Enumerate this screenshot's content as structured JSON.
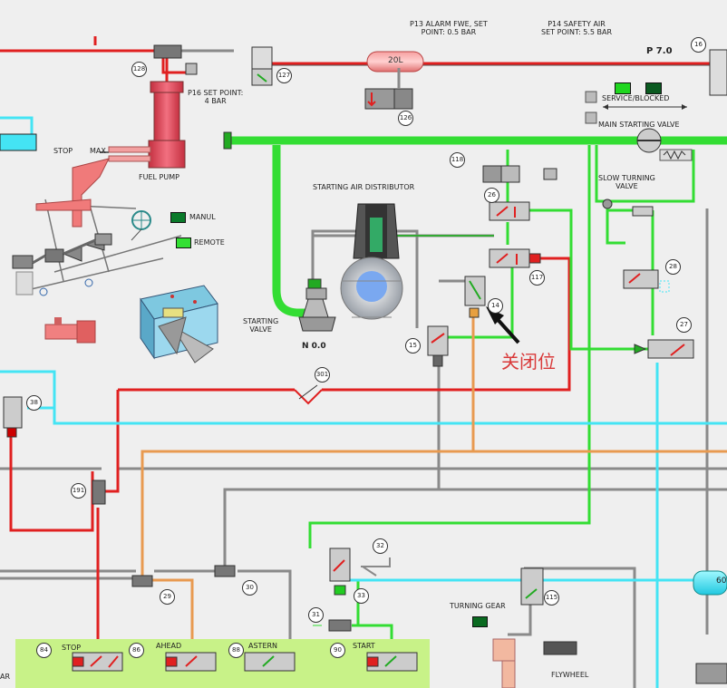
{
  "labels": {
    "p13": "P13 ALARM FWE, SET\nPOINT: 0.5 BAR",
    "p14": "P14 SAFETY AIR\nSET POINT: 5.5 BAR",
    "p7": "P 7.0",
    "p16": "P16 SET POINT:\n4 BAR",
    "stop": "STOP",
    "max": "MAX",
    "fuel_pump": "FUEL PUMP",
    "service_blocked": "SERVICE/BLOCKED",
    "main_starting_valve": "MAIN STARTING VALVE",
    "slow_turning_valve": "SLOW TURNING\nVALVE",
    "starting_air_distributor": "STARTING AIR DISTRIBUTOR",
    "manul": "MANUL",
    "remote": "REMOTE",
    "starting_valve": "STARTING\nVALVE",
    "n_value": "N 0.0",
    "turning_gear": "TURNING GEAR",
    "flywheel": "FLYWHEEL",
    "stop_btn": "STOP",
    "ahead_btn": "AHEAD",
    "astern_btn": "ASTERN",
    "start_btn": "START",
    "receiver": "20L",
    "ar": "AR",
    "tag60": "60",
    "annotation": "关闭位"
  },
  "tags": {
    "t128": "128",
    "t127": "127",
    "t126": "126",
    "t16": "16",
    "t118": "118",
    "t26": "26",
    "t117": "117",
    "t14": "14",
    "t15": "15",
    "t28": "28",
    "t27": "27",
    "t301": "301",
    "t38": "38",
    "t191": "191",
    "t32": "32",
    "t33": "33",
    "t29": "29",
    "t30": "30",
    "t31": "31",
    "t115": "115",
    "t84": "84",
    "t86": "86",
    "t88": "88",
    "t90": "90"
  },
  "colors": {
    "air_pipe": "#33dd33",
    "control_red": "#e02020",
    "pilot_cyan": "#44e4f4",
    "gray_line": "#8a8a8a",
    "orange_line": "#e89a50",
    "panel_green": "#c8f288"
  }
}
